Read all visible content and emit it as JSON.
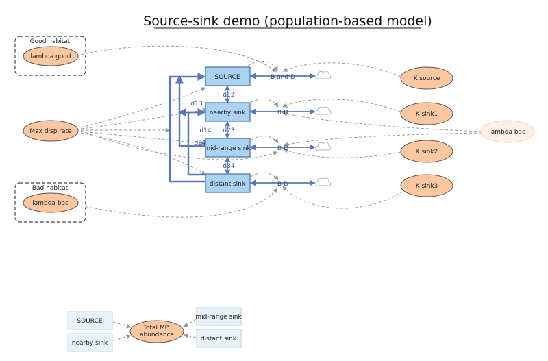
{
  "title": "Source-sink demo (population-based model)",
  "modules": {
    "good": {
      "label": "Good habitat",
      "variable": "lambda good"
    },
    "bad": {
      "label": "Bad habitat",
      "variable": "lambda bad"
    }
  },
  "stocks": {
    "source": "SOURCE",
    "nearby": "nearby sink",
    "midrange": "mid-range sink",
    "distant": "distant sink"
  },
  "variables": {
    "max_disp": "Max disp rate",
    "k_source": "K source",
    "k_sink1": "K sink1",
    "k_sink2": "K sink2",
    "k_sink3": "K sink3",
    "lambda_bad_ghost": "lambda bad",
    "total": "Total MP\nabundance"
  },
  "flows": {
    "source_bd": "B and D",
    "nearby_bd": "B-D",
    "mid_bd": "B-D",
    "distant_bd": "B-D",
    "d12": "d12",
    "d13": "d13",
    "d14": "d14",
    "d23": "d23",
    "d24": "d24",
    "d34": "d34"
  },
  "summary": {
    "source": "SOURCE",
    "nearby": "nearby sink",
    "midrange": "mid-range sink",
    "distant": "distant sink"
  }
}
